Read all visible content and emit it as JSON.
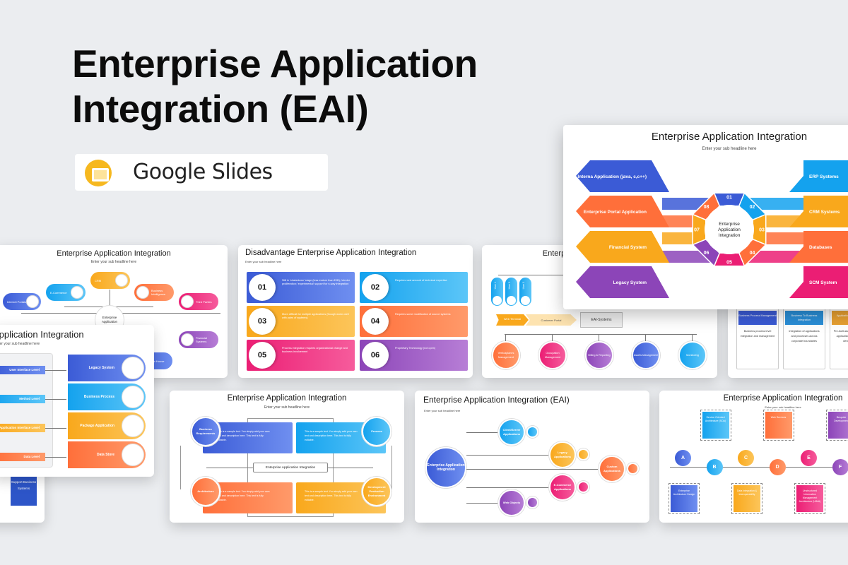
{
  "hero": {
    "title": "Enterprise Application Integration (EAI)",
    "platform": "Google Slides",
    "platform_icon": "google-slides-icon"
  },
  "subheadline": "Enter your sub headline here",
  "featured": {
    "title": "Enterprise Application Integration",
    "left": [
      "Interna Application (java, c,c++)",
      "Enterprise Portal Application",
      "Financial System",
      "Legacy System"
    ],
    "right": [
      "ERP Systems",
      "CRM Systems",
      "Databases",
      "SCM System"
    ],
    "center": "Enterprise Application Integration",
    "steps": [
      "01",
      "02",
      "03",
      "04",
      "05",
      "06",
      "07",
      "08"
    ]
  },
  "hub": {
    "title": "Enterprise Application Integration",
    "center": "Enterprise Application",
    "items": [
      "Internet Portals",
      "E-Commerce",
      "CRM",
      "Business Intelligence",
      "Third Parties",
      "Financial Systems",
      "rior House"
    ]
  },
  "levels": {
    "title": "Application Integration",
    "left": [
      "User Interface Level",
      "Method Level",
      "Application Interface Level",
      "Data Level"
    ],
    "right": [
      "Legacy System",
      "Business Process",
      "Package Application",
      "Data Store"
    ]
  },
  "sliver": {
    "box": "Support Business Systems"
  },
  "disadvantage": {
    "title": "Disadvantage Enterprise Application Integration",
    "items": [
      {
        "num": "01",
        "text": "Still in 'shakedown' stage (less mature than EJB); Vendor proliferation; 'experimental' support for n-way integration"
      },
      {
        "num": "02",
        "text": "Requires vast amount of technical expertise"
      },
      {
        "num": "03",
        "text": "More difficult for multiple applications (though works well with pairs of systems)"
      },
      {
        "num": "04",
        "text": "Requires some modification of source systems"
      },
      {
        "num": "05",
        "text": "Process integration requires organizational change and business involvement"
      },
      {
        "num": "06",
        "text": "Proprietary Technology (not open)"
      }
    ]
  },
  "users": {
    "title": "Enterprise Application Integration",
    "users": [
      "User 1",
      "User 2",
      "User 3"
    ],
    "web": "Web Terminal",
    "portal": "Customer Portal",
    "eai": "EAI-Systems",
    "circles": [
      "Verticaplanes Management",
      "Occupation Management",
      "Billing & Reporting",
      "Assets Management",
      "Monitoring"
    ]
  },
  "columns": {
    "items": [
      {
        "head": "Business Process Management",
        "body": "Business process level integration and management"
      },
      {
        "head": "Business To Business Integration",
        "body": "Integration of applications and processes across corporate boundaries"
      },
      {
        "head": "Application Connectivity",
        "body": "Pre-built adapters, packaged applications and custom development"
      }
    ]
  },
  "quad": {
    "title": "Enterprise Application Integration",
    "center": "Enterprise Application Integration",
    "blocks": [
      "Business Requirements",
      "Process",
      "Architecture",
      "Development Production Environment"
    ],
    "sample": "This is a sample text. You simply add your own text and description here. This text is fully editable."
  },
  "eai": {
    "title": "Enterprise Application Integration (EAI)",
    "center": "Enterprise Application Integration",
    "nodes": [
      "Client/Server Applications",
      "Legacy Applications",
      "Custom Applications",
      "E-Commerce Applications",
      "Web Objects"
    ]
  },
  "timeline": {
    "title": "Enterprise Application Integration",
    "letters": [
      "A",
      "B",
      "C",
      "D",
      "E",
      "F"
    ],
    "boxes": [
      "Enterprise Architecture Design",
      "Service Oriented Architecture (SOA)",
      "Data Integration & Interoperability",
      "Web Services",
      "Unstructured Information Management Architecture (UIMA)",
      "Bespoke Development"
    ]
  },
  "colors": {
    "blue": "#3b5bd6",
    "cyan": "#14a2ee",
    "orange": "#ff6f3a",
    "yellow": "#f9a81c",
    "pink": "#eb1e74",
    "purple": "#8c45b8",
    "background": "#ebedf0"
  }
}
